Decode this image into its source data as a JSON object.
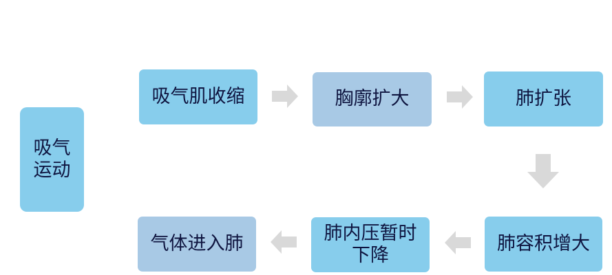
{
  "start": {
    "line1": "吸气",
    "line2": "运动"
  },
  "steps": [
    {
      "label": "吸气肌收缩"
    },
    {
      "label": "胸廓扩大"
    },
    {
      "label": "肺扩张"
    },
    {
      "label": "肺容积增大"
    },
    {
      "label": "肺内压暂时下降"
    },
    {
      "label": "气体进入肺"
    }
  ],
  "colors": {
    "box_cyan": "#87cdec",
    "box_steel": "#a8c9e5",
    "arrow": "#d9d9d9",
    "text": "#0f1540"
  },
  "icons": {
    "flow_arrow": "block-arrow"
  }
}
